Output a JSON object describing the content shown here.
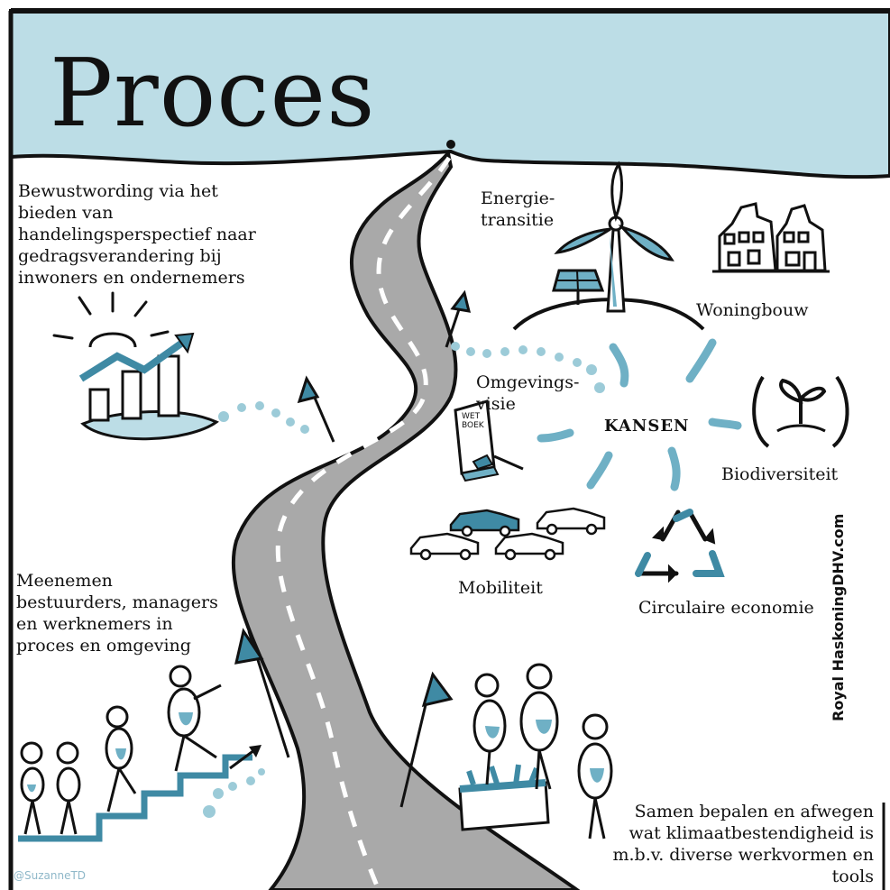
{
  "title": "Proces",
  "center_label": "KANSEN",
  "texts": {
    "awareness": "Bewustwording via het\nbieden van\nhandelingsperspectief naar\ngedragsverandering bij\ninwoners en ondernemers",
    "involve": "Meenemen\nbestuurders, managers\nen werknemers in\nproces en omgeving",
    "together": "Samen bepalen en afwegen\nwat klimaatbestendigheid is\nm.b.v. diverse werkvormen en\ntools"
  },
  "topics": {
    "energy": "Energie-\ntransitie",
    "housing": "Woningbouw",
    "vision": "Omgevings-\nvisie",
    "biodiversity": "Biodiversiteit",
    "mobility": "Mobiliteit",
    "circular": "Circulaire economie"
  },
  "book_label": "WET\nBOEK",
  "credit": "@SuzanneTD",
  "brand": "Royal HaskoningDHV.com",
  "colors": {
    "sky": "#bcdde6",
    "accent": "#3f8aa4",
    "light_accent": "#9ccbd8",
    "road": "#a9a9a9",
    "ink": "#111111"
  },
  "icons": [
    "wind-turbine-icon",
    "solar-panel-icon",
    "houses-icon",
    "sprout-icon",
    "recycle-icon",
    "car-icon",
    "law-book-icon",
    "growth-chart-icon",
    "flag-icon",
    "toolbox-icon",
    "person-icon"
  ]
}
